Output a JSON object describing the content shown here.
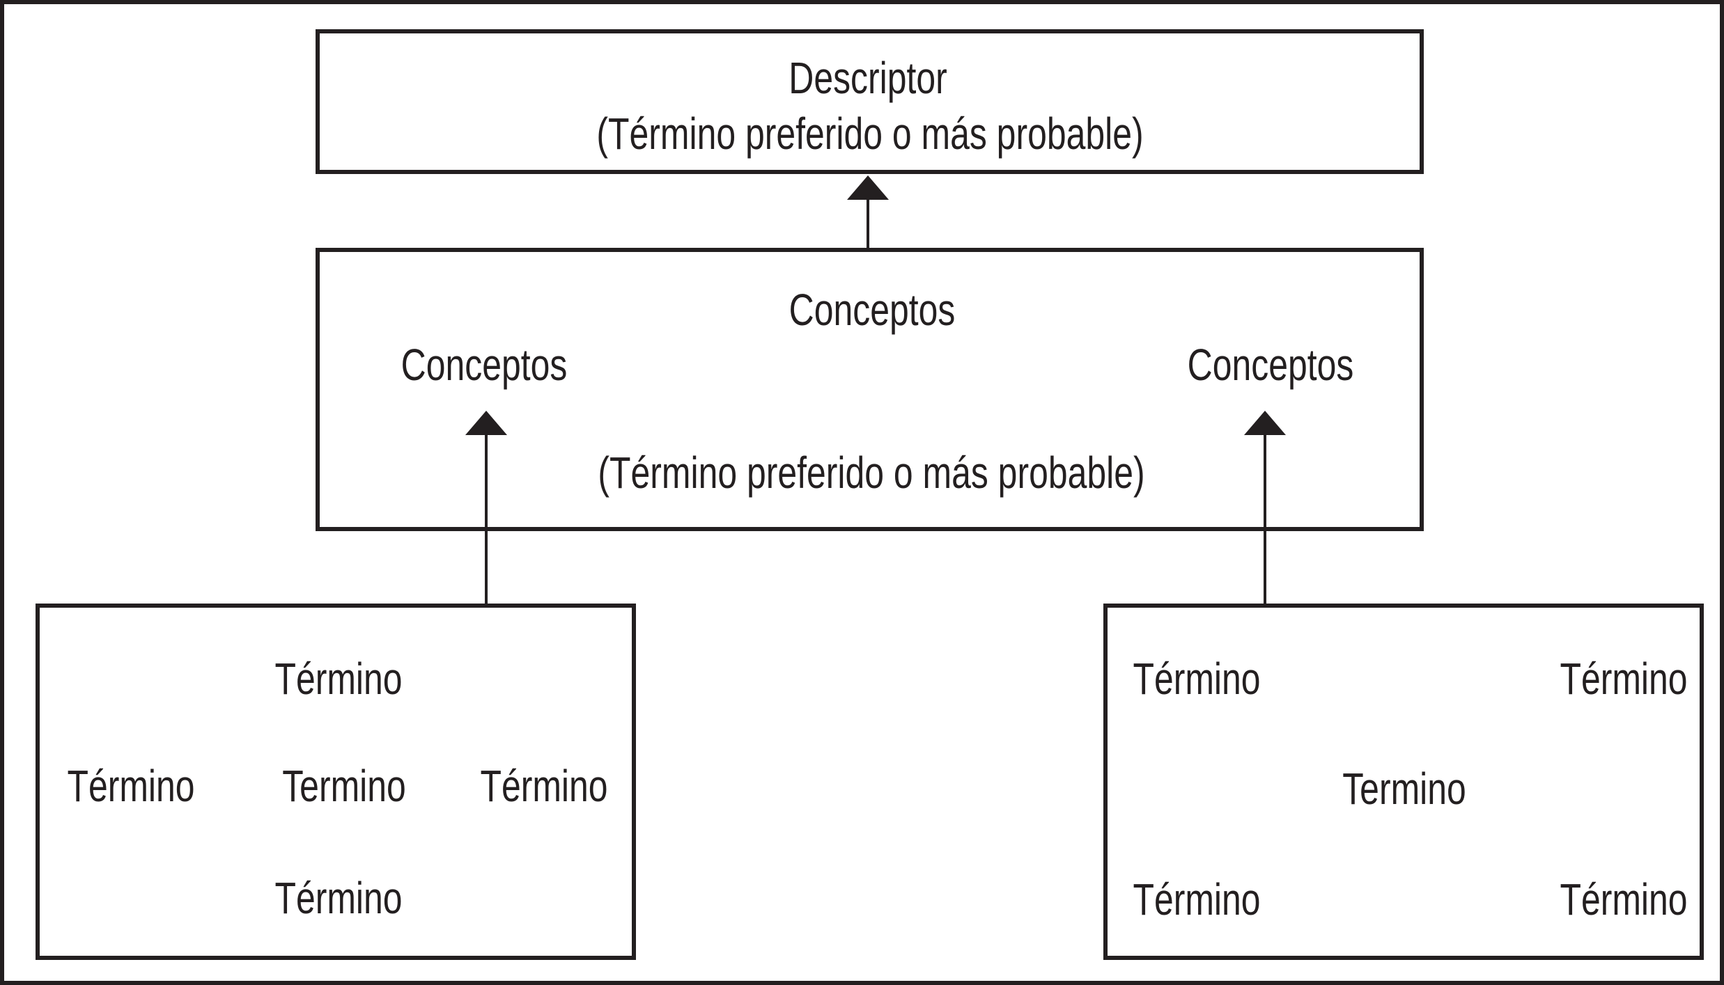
{
  "colors": {
    "ink": "#231f20",
    "bg": "#ffffff"
  },
  "descriptor_box": {
    "title": "Descriptor",
    "subtitle": "(Término preferido o más probable)"
  },
  "conceptos_box": {
    "title": "Conceptos",
    "left_label": "Conceptos",
    "right_label": "Conceptos",
    "subtitle": "(Término preferido o más probable)"
  },
  "terms_left_box": {
    "top": "Término",
    "mid_left": "Término",
    "mid_center": "Termino",
    "mid_right": "Término",
    "bottom": "Término"
  },
  "terms_right_box": {
    "top_left": "Término",
    "top_right": "Término",
    "center": "Termino",
    "bottom_left": "Término",
    "bottom_right": "Término"
  }
}
